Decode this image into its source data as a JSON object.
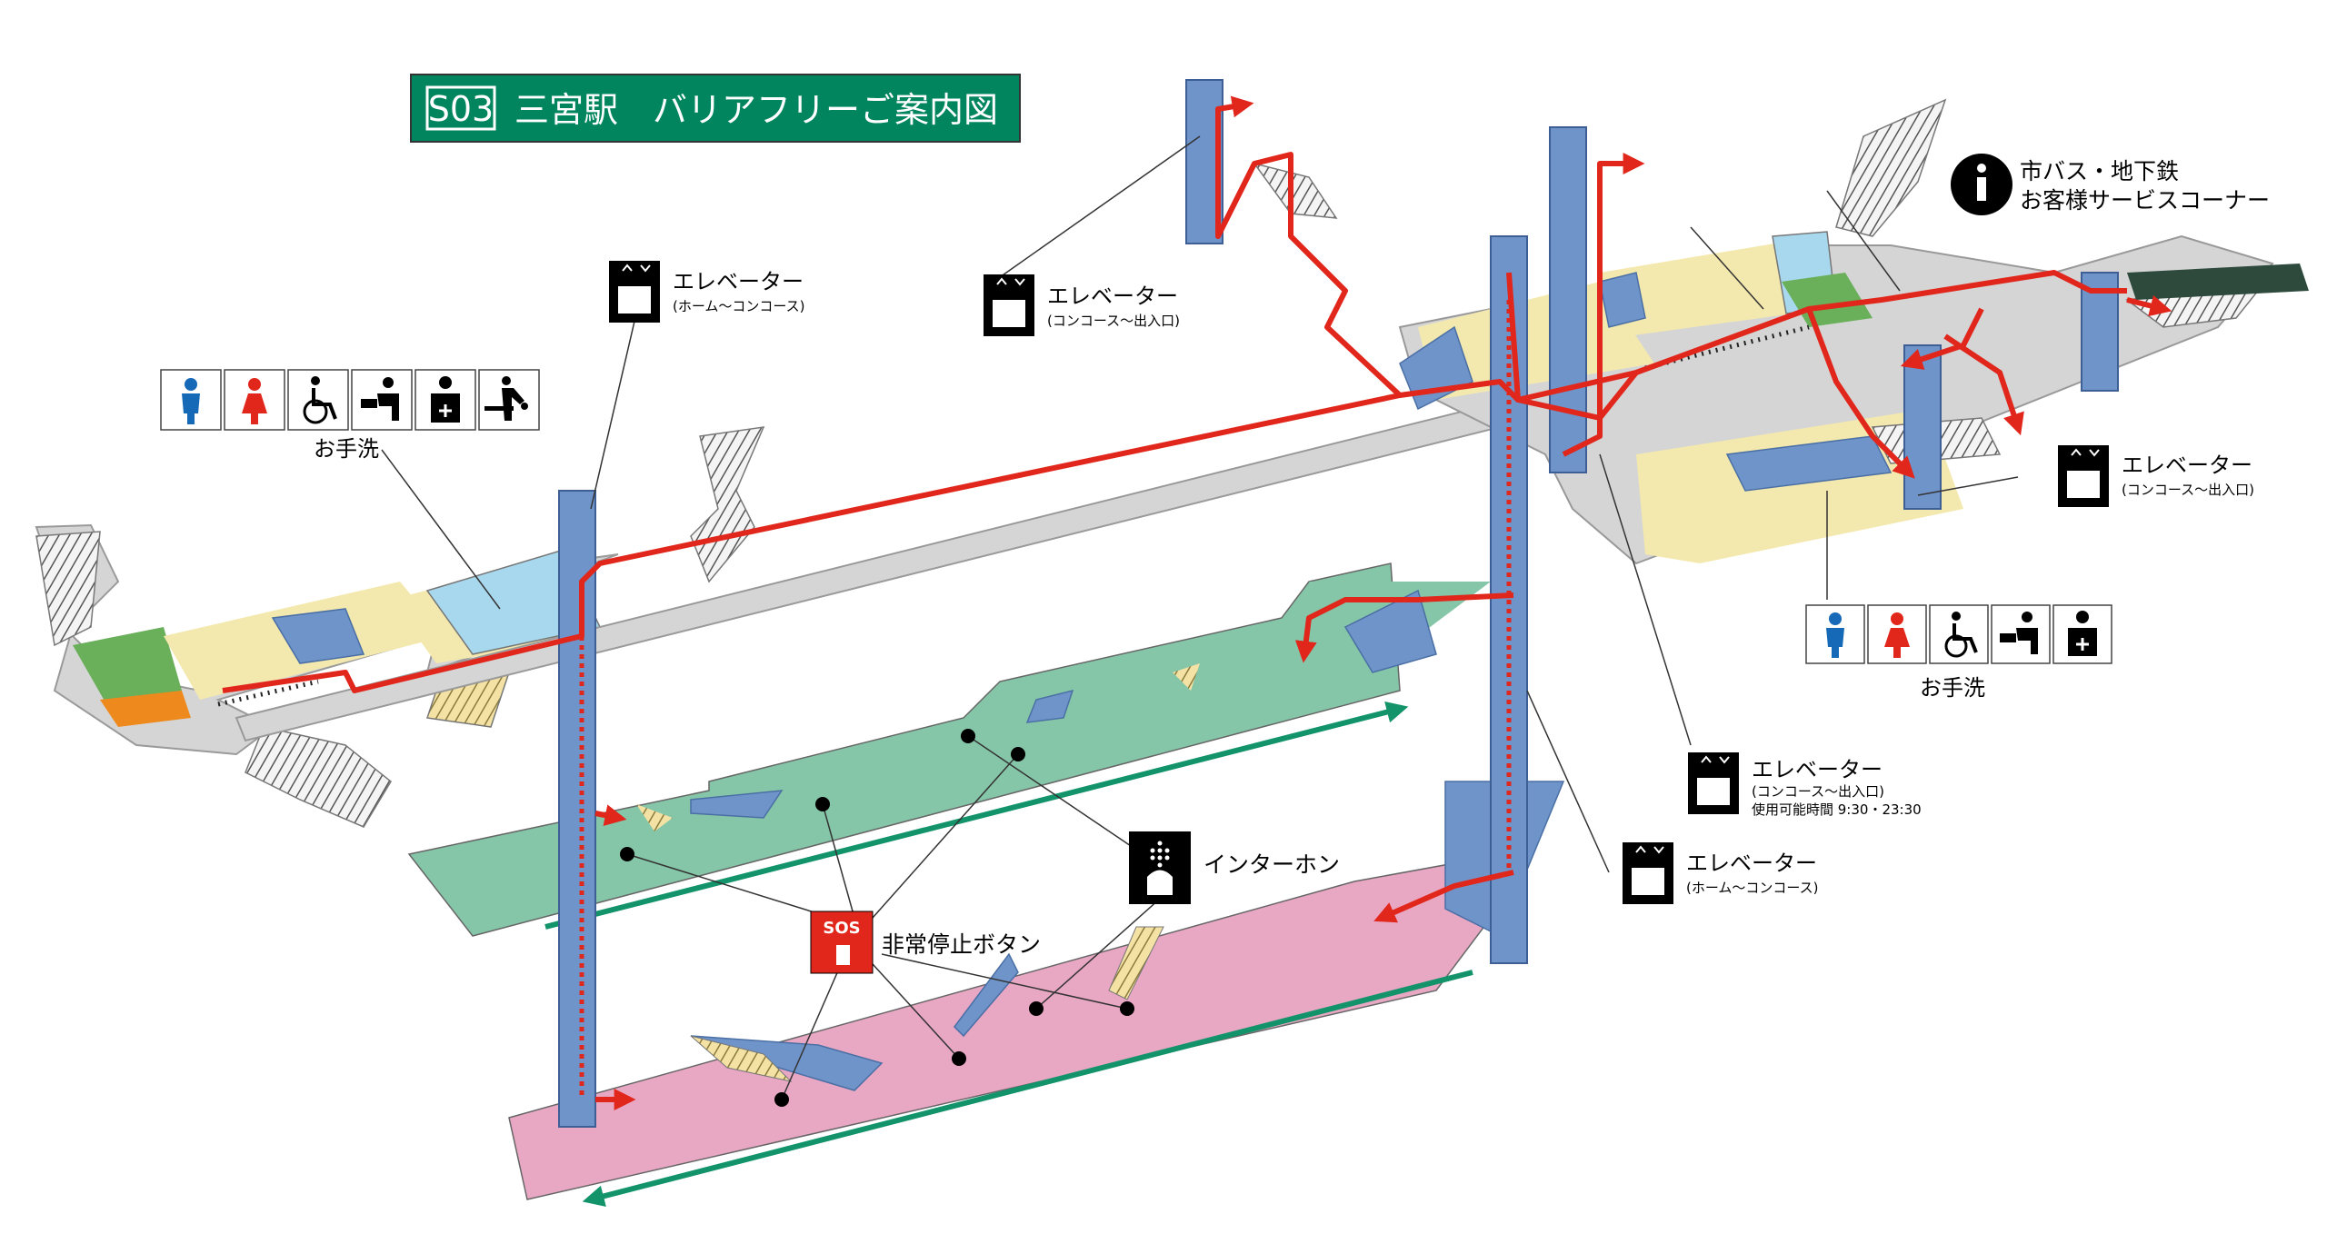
{
  "title": {
    "code": "S03",
    "text": "三宮駅　バリアフリーご案内図"
  },
  "toilets_left": {
    "label": "お手洗",
    "icons": [
      "man-icon",
      "woman-icon",
      "wheelchair-icon",
      "baby-seat-icon",
      "ostomate-icon",
      "changing-table-icon"
    ]
  },
  "toilets_right": {
    "label": "お手洗",
    "icons": [
      "man-icon",
      "woman-icon",
      "wheelchair-icon",
      "baby-seat-icon",
      "ostomate-icon"
    ]
  },
  "elevators": {
    "left_platform": {
      "label": "エレベーター",
      "sub": "(ホーム～コンコース)"
    },
    "top_exit": {
      "label": "エレベーター",
      "sub": "(コンコース～出入口)"
    },
    "right_exit": {
      "label": "エレベーター",
      "sub": "(コンコース～出入口)"
    },
    "middle_exit": {
      "label": "エレベーター",
      "sub": "(コンコース～出入口)",
      "hours": "使用可能時間 9:30・23:30"
    },
    "middle_platform": {
      "label": "エレベーター",
      "sub": "(ホーム～コンコース)"
    }
  },
  "info_center": {
    "line1": "市バス・地下鉄",
    "line2": "お客様サービスコーナー"
  },
  "intercom": {
    "label": "インターホン"
  },
  "sos": {
    "icon_text": "SOS",
    "label": "非常停止ボタン"
  },
  "colors": {
    "title_green": "#00855e",
    "route_red": "#e1261c",
    "elevator_blue": "#6f94c9",
    "platform_green": "#86c6a8",
    "platform_pink": "#e8a7c3",
    "concourse_yellow": "#f3e8ad",
    "floor_gray": "#d5d5d5",
    "toilet_blue": "#a8d8ee",
    "arrow_green": "#12936a"
  }
}
